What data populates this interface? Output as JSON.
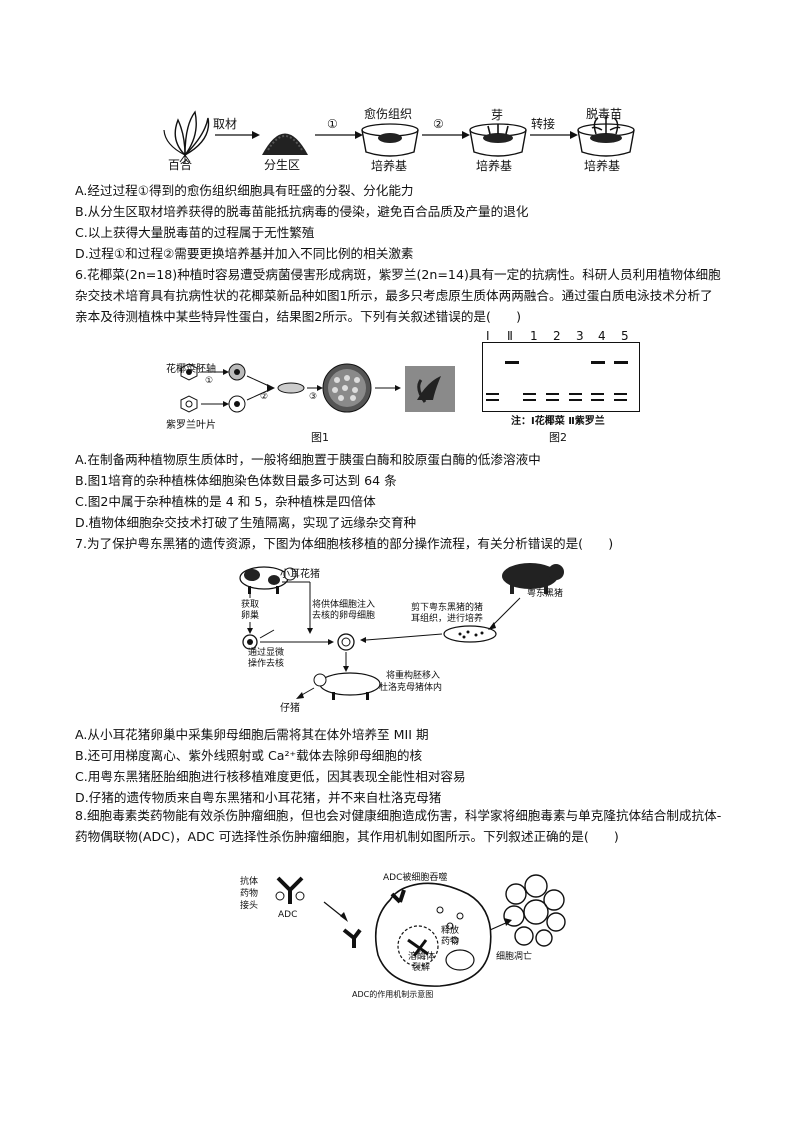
{
  "fig_lily": {
    "labels": {
      "lily": "百合",
      "take_material": "取材",
      "meristem": "分生区",
      "step1": "①",
      "callus": "愈伤组织",
      "step2": "②",
      "bud": "芽",
      "transfer": "转接",
      "virus_free": "脱毒苗",
      "medium1": "培养基",
      "medium2": "培养基",
      "medium3": "培养基"
    }
  },
  "q5_options": [
    "A.经过过程①得到的愈伤组织细胞具有旺盛的分裂、分化能力",
    "B.从分生区取材培养获得的脱毒苗能抵抗病毒的侵染，避免百合品质及产量的退化",
    "C.以上获得大量脱毒苗的过程属于无性繁殖",
    "D.过程①和过程②需要更换培养基并加入不同比例的相关激素"
  ],
  "q6_stem": "6.花椰菜(2n=18)种植时容易遭受病菌侵害形成病斑，紫罗兰(2n=14)具有一定的抗病性。科研人员利用植物体细胞杂交技术培育具有抗病性状的花椰菜新品种如图1所示，最多只考虑原生质体两两融合。通过蛋白质电泳技术分析了亲本及待测植株中某些特异性蛋白，结果图2所示。下列有关叙述错误的是(　　)",
  "fig_q6": {
    "hypocotyl": "花椰菜胚轴",
    "leaf": "紫罗兰叶片",
    "fig1": "图1",
    "fig2": "图2",
    "lanes": [
      "Ⅰ",
      "Ⅱ",
      "1",
      "2",
      "3",
      "4",
      "5"
    ],
    "note": "注：Ⅰ花椰菜  Ⅱ紫罗兰",
    "s1": "①",
    "s2": "②",
    "s3": "③"
  },
  "q6_options": [
    "A.在制备两种植物原生质体时，一般将细胞置于胰蛋白酶和胶原蛋白酶的低渗溶液中",
    "B.图1培育的杂种植株体细胞染色体数目最多可达到 64 条",
    "C.图2中属于杂种植株的是 4 和 5，杂种植株是四倍体",
    "D.植物体细胞杂交技术打破了生殖隔离，实现了远缘杂交育种"
  ],
  "q7_stem": "7.为了保护粤东黑猪的遗传资源，下图为体细胞核移植的部分操作流程，有关分析错误的是(　　)",
  "fig_q7": {
    "small_ear_pig": "小耳花猪",
    "get_oocyte_1": "获取",
    "get_oocyte_2": "卵巢",
    "inject_1": "将供体细胞注入",
    "inject_2": "去核的卵母细胞",
    "yuedong_pig": "粤东黑猪",
    "cut_1": "剪下粤东黑猪的猪",
    "cut_2": "耳组织，进行培养",
    "enuc_1": "通过显微",
    "enuc_2": "操作去核",
    "transfer_1": "将重构胚移入",
    "transfer_2": "杜洛克母猪体内",
    "piglet": "仔猪"
  },
  "q7_options": [
    "A.从小耳花猪卵巢中采集卵母细胞后需将其在体外培养至 MII 期",
    "B.还可用梯度离心、紫外线照射或 Ca²⁺载体去除卵母细胞的核",
    "C.用粤东黑猪胚胎细胞进行核移植难度更低，因其表现全能性相对容易",
    "D.仔猪的遗传物质来自粤东黑猪和小耳花猪，并不来自杜洛克母猪"
  ],
  "q8_stem": "8.细胞毒素类药物能有效杀伤肿瘤细胞，但也会对健康细胞造成伤害，科学家将细胞毒素与单克隆抗体结合制成抗体-药物偶联物(ADC)，ADC 可选择性杀伤肿瘤细胞，其作用机制如图所示。下列叙述正确的是(　　)",
  "fig_q8": {
    "antibody": "抗体",
    "drug": "药物",
    "linker": "接头",
    "adc": "ADC",
    "engulfed": "ADC被细胞吞噬",
    "release_1": "释放",
    "release_2": "药物",
    "lyso_1": "溶酶体",
    "lyso_2": "裂解",
    "apoptosis": "细胞凋亡",
    "caption": "ADC的作用机制示意图"
  }
}
